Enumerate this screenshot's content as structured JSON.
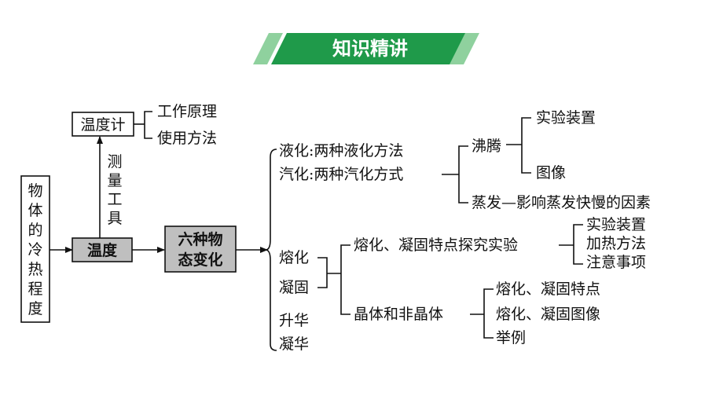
{
  "banner": {
    "title": "知识精讲",
    "color": "#1f9a4a",
    "accent": "#8fd19e"
  },
  "root": {
    "lines": [
      "物",
      "体",
      "的",
      "冷",
      "热",
      "程",
      "度"
    ]
  },
  "temperature": {
    "label": "温度",
    "fill": "#bfbfbf"
  },
  "thermometer": {
    "label": "温度计",
    "items": [
      "工作原理",
      "使用方法"
    ]
  },
  "measure_tool": {
    "lines": [
      "测",
      "量",
      "工",
      "具"
    ]
  },
  "state_change": {
    "lines": [
      "六种物",
      "态变化"
    ]
  },
  "vaporization": {
    "liquefaction": "液化:两种液化方法",
    "vaporize": "汽化:两种汽化方式",
    "boiling": {
      "label": "沸腾",
      "items": [
        "实验装置",
        "图像"
      ]
    },
    "evaporation": "蒸发—影响蒸发快慢的因素"
  },
  "melting": {
    "melt": "熔化",
    "solidify": "凝固",
    "features": {
      "label": "熔化、凝固特点探究实验",
      "items": [
        "实验装置",
        "加热方法",
        "注意事项"
      ]
    },
    "crystal": {
      "label": "晶体和非晶体",
      "items": [
        "熔化、凝固特点",
        "熔化、凝固图像",
        "举例"
      ]
    }
  },
  "sublimation": {
    "sublime": "升华",
    "desublime": "凝华"
  }
}
